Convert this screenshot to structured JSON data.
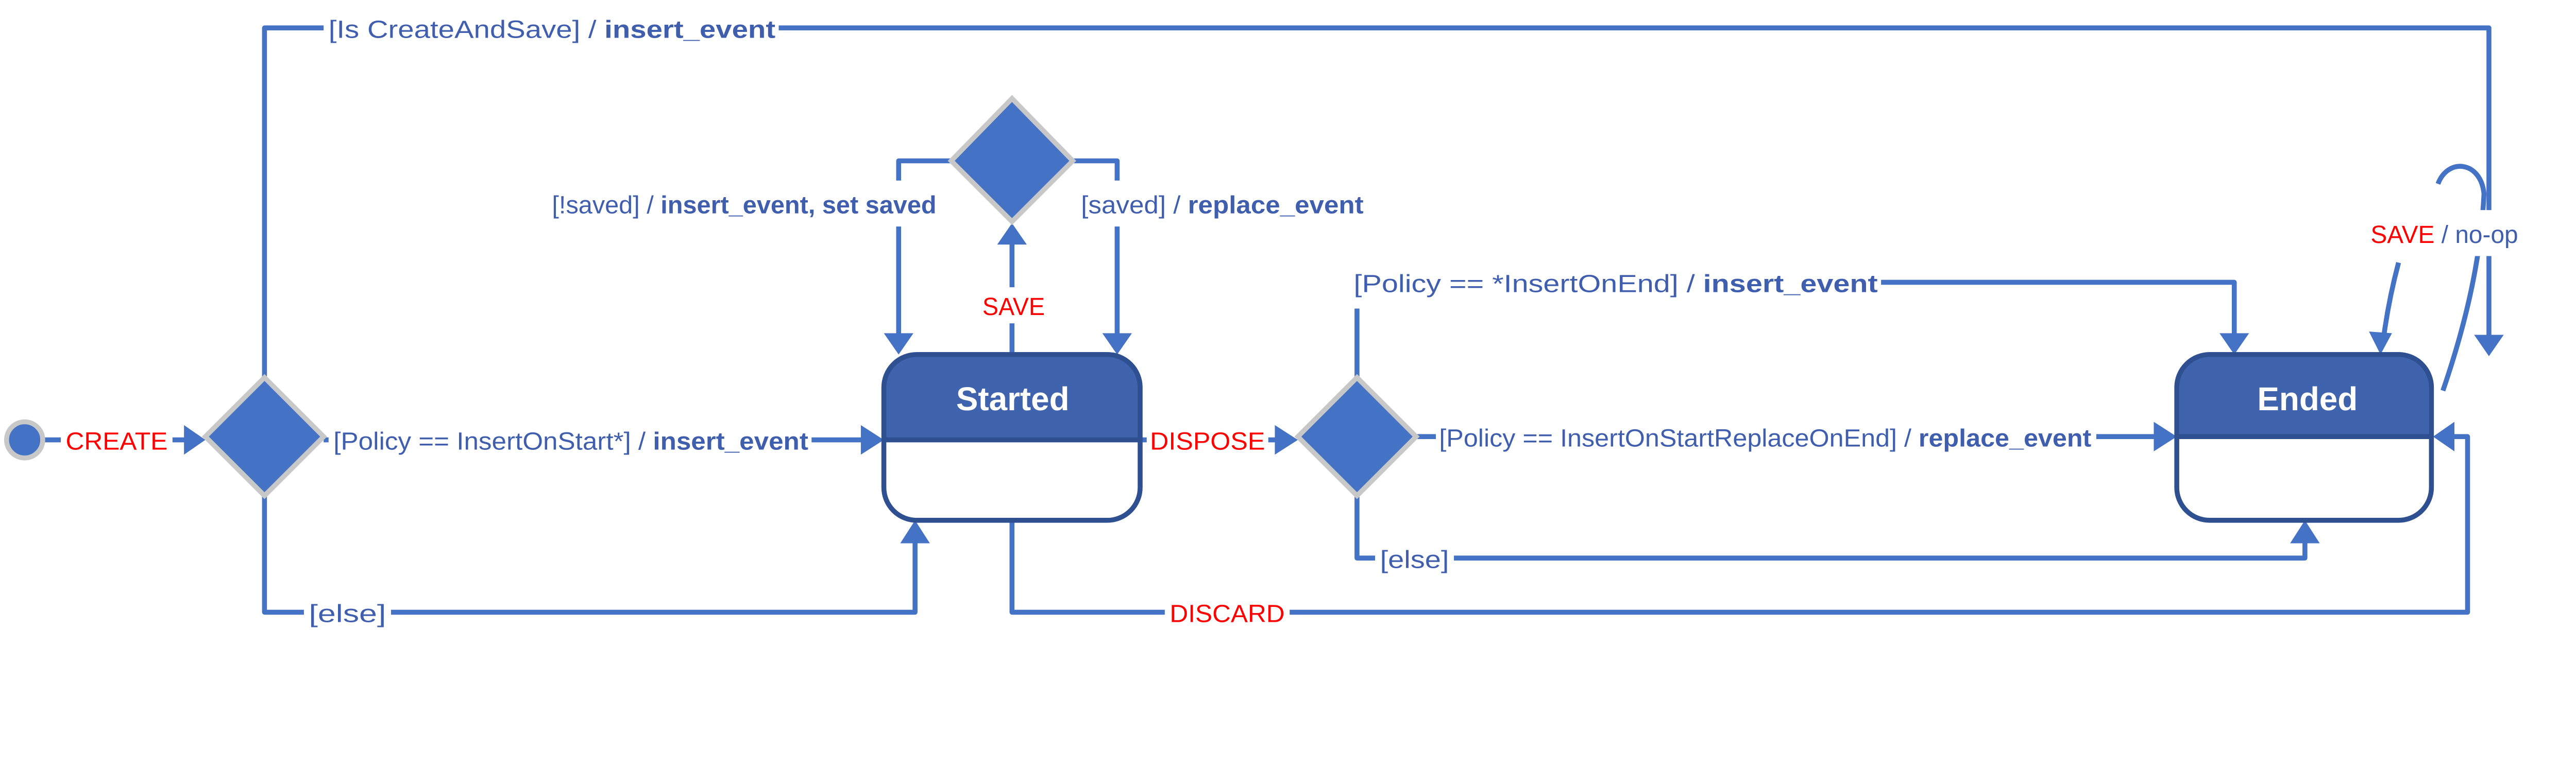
{
  "diagram": {
    "colors": {
      "line": "#4472C4",
      "state_header": "#3F64AD",
      "state_border": "#2F5090",
      "event_text": "#FF0000",
      "label_text": "#3F5FAE"
    },
    "states": {
      "started": "Started",
      "ended": "Ended"
    },
    "events": {
      "create": "CREATE",
      "save": "SAVE",
      "dispose": "DISPOSE",
      "discard": "DISCARD",
      "save_ended": "SAVE"
    },
    "transitions": {
      "create_and_save": {
        "guard": "[Is CreateAndSave] / ",
        "action": "insert_event"
      },
      "insert_on_start": {
        "guard": "[Policy == InsertOnStart*] / ",
        "action": "insert_event"
      },
      "else_start": {
        "guard": "[else]"
      },
      "not_saved": {
        "guard": "[!saved] / ",
        "action": "insert_event, set saved"
      },
      "saved": {
        "guard": "[saved] / ",
        "action": "replace_event"
      },
      "insert_on_end": {
        "guard": "[Policy == *InsertOnEnd] / ",
        "action": "insert_event"
      },
      "replace_on_end": {
        "guard": "[Policy == InsertOnStartReplaceOnEnd] / ",
        "action": "replace_event"
      },
      "else_end": {
        "guard": "[else]"
      },
      "ended_save": {
        "separator": " / ",
        "action": "no-op"
      }
    }
  }
}
